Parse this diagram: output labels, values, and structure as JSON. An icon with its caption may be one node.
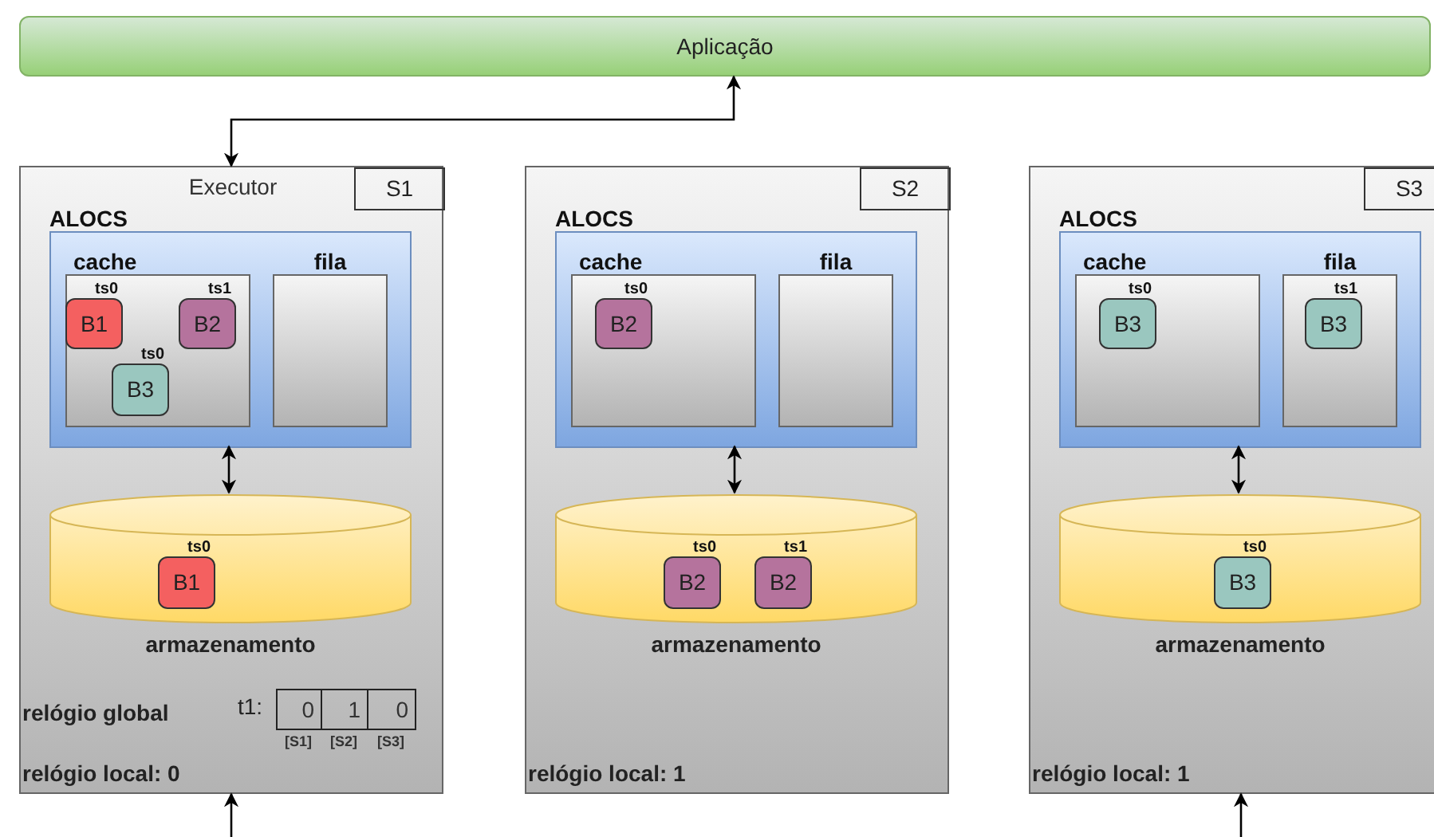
{
  "diagram": {
    "nodes": [
      {
        "text": [
          "Aplicação"
        ]
      },
      {
        "text": [
          "Executor",
          "relógio local: 0"
        ]
      },
      {
        "text": [
          "S1"
        ],
        "in": 1
      },
      {
        "text": [
          "ALOCS"
        ],
        "in": 1
      },
      {
        "text": [
          "cache"
        ],
        "in": 3
      },
      {
        "text": [
          "B1"
        ],
        "beside": [
          "ts0"
        ],
        "in": 4
      },
      {
        "text": [
          "B2"
        ],
        "beside": [
          "ts1"
        ],
        "in": 4
      },
      {
        "text": [
          "B3"
        ],
        "beside": [
          "ts0"
        ],
        "in": 4
      },
      {
        "text": [
          "fila"
        ],
        "in": 3
      },
      {
        "text": [
          "armazenamento"
        ],
        "in": 1
      },
      {
        "text": [
          "B1"
        ],
        "beside": [
          "ts0"
        ],
        "in": 9
      },
      {
        "text": [
          "0"
        ],
        "beside": [
          "[S1]"
        ],
        "in": 1
      },
      {
        "text": [
          "1"
        ],
        "beside": [
          "[S2]"
        ],
        "in": 1
      },
      {
        "text": [
          "0"
        ],
        "beside": [
          "[S3]"
        ],
        "in": 1
      },
      {
        "text": [
          "relógio local: 1"
        ]
      },
      {
        "text": [
          "S2"
        ],
        "in": 14
      },
      {
        "text": [
          "ALOCS"
        ],
        "in": 14
      },
      {
        "text": [
          "cache"
        ],
        "in": 16
      },
      {
        "text": [
          "B2"
        ],
        "beside": [
          "ts0"
        ],
        "in": 17
      },
      {
        "text": [
          "fila"
        ],
        "in": 16
      },
      {
        "text": [
          "armazenamento"
        ],
        "in": 14
      },
      {
        "text": [
          "B2"
        ],
        "beside": [
          "ts0"
        ],
        "in": 20
      },
      {
        "text": [
          "B2"
        ],
        "beside": [
          "ts1"
        ],
        "in": 20
      },
      {
        "text": [
          "relógio local: 1"
        ]
      },
      {
        "text": [
          "S3"
        ],
        "in": 23
      },
      {
        "text": [
          "ALOCS"
        ],
        "in": 23
      },
      {
        "text": [
          "cache"
        ],
        "in": 25
      },
      {
        "text": [
          "B3"
        ],
        "beside": [
          "ts0"
        ],
        "in": 26
      },
      {
        "text": [
          "fila"
        ],
        "in": 25
      },
      {
        "text": [
          "B3"
        ],
        "beside": [
          "ts1"
        ],
        "in": 28
      },
      {
        "text": [
          "armazenamento"
        ],
        "in": 23
      },
      {
        "text": [
          "B3"
        ],
        "beside": [
          "ts0"
        ],
        "in": 30
      }
    ],
    "edges": [
      {
        "from": 0,
        "to": 1,
        "arrow": "both"
      },
      {
        "from": 3,
        "to": 9,
        "arrow": "both"
      },
      {
        "from": 16,
        "to": 20,
        "arrow": "both"
      },
      {
        "from": 25,
        "to": 30,
        "arrow": "both"
      },
      {
        "from": null,
        "to": 1,
        "arrow": "to"
      },
      {
        "from": null,
        "to": 23,
        "arrow": "to"
      }
    ],
    "labels": [
      "relógio global",
      "t1:"
    ]
  }
}
